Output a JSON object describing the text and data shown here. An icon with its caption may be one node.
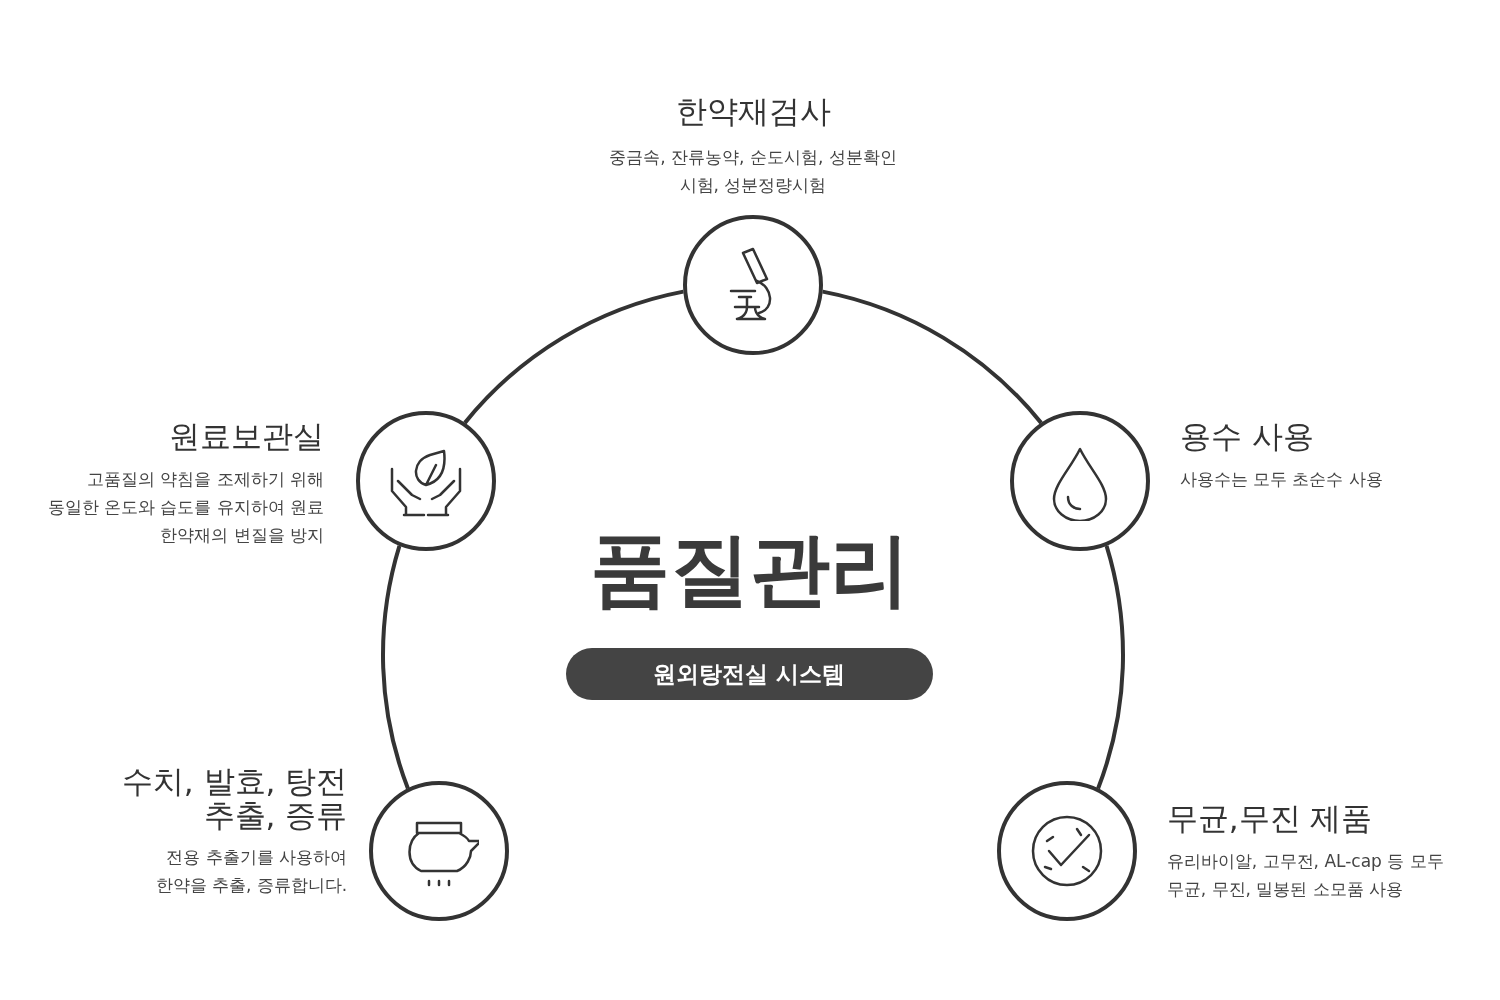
{
  "diagram": {
    "title": "품질관리",
    "nodes": [
      {
        "text": [
          "한약재검사",
          "중금속, 잔류농약, 순도시험, 성분확인 시험, 성분정량시험"
        ]
      },
      {
        "text": [
          "원료보관실",
          "고품질의 약침을 조제하기 위해 동일한 온도와 습도를 유지하여 원료 한약재의 변질을 방지"
        ]
      },
      {
        "text": [
          "용수 사용",
          "사용수는 모두 초순수 사용"
        ]
      },
      {
        "text": [
          "수치, 발효, 탕전 추출, 증류",
          "전용 추출기를 사용하여 한약을 추출, 증류합니다."
        ]
      },
      {
        "text": [
          "무균,무진 제품",
          "유리바이알, 고무전, AL-cap 등 모두 무균, 무진, 밀봉된 소모품 사용"
        ]
      },
      {
        "text": [
          "원외탕전실 시스템"
        ]
      }
    ],
    "edges": [
      {
        "from": 1,
        "to": 0,
        "arrow": "none"
      },
      {
        "from": 0,
        "to": 2,
        "arrow": "none"
      },
      {
        "from": 1,
        "to": 3,
        "arrow": "none"
      },
      {
        "from": 2,
        "to": 4,
        "arrow": "none"
      }
    ]
  }
}
